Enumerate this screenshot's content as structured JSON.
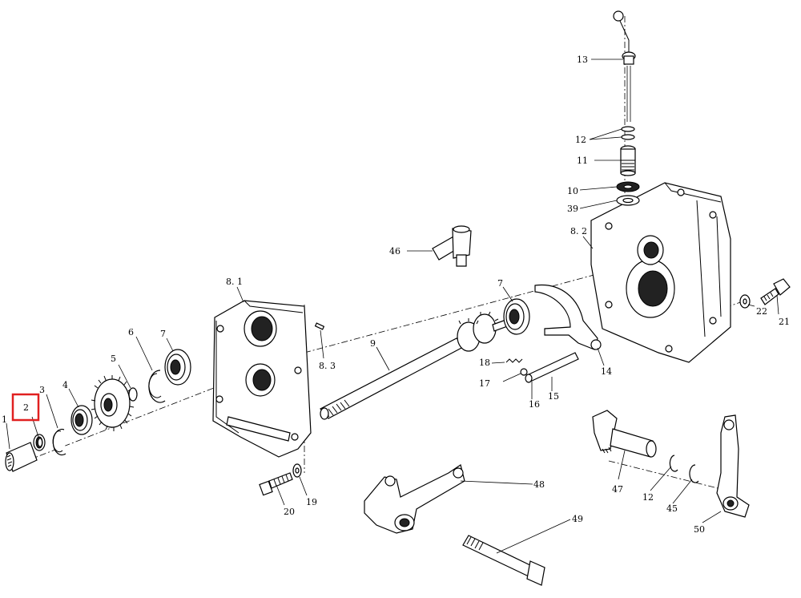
{
  "diagram": {
    "highlight_color": "#e02020",
    "highlighted_part": "2",
    "callouts": [
      {
        "id": "c1",
        "label": "1"
      },
      {
        "id": "c2",
        "label": "2"
      },
      {
        "id": "c3",
        "label": "3"
      },
      {
        "id": "c4",
        "label": "4"
      },
      {
        "id": "c5",
        "label": "5"
      },
      {
        "id": "c6",
        "label": "6"
      },
      {
        "id": "c7a",
        "label": "7"
      },
      {
        "id": "c81",
        "label": "8. 1"
      },
      {
        "id": "c83",
        "label": "8. 3"
      },
      {
        "id": "c9",
        "label": "9"
      },
      {
        "id": "c7b",
        "label": "7"
      },
      {
        "id": "c82",
        "label": "8. 2"
      },
      {
        "id": "c10",
        "label": "10"
      },
      {
        "id": "c39",
        "label": "39"
      },
      {
        "id": "c11",
        "label": "11"
      },
      {
        "id": "c12a",
        "label": "12"
      },
      {
        "id": "c13",
        "label": "13"
      },
      {
        "id": "c46",
        "label": "46"
      },
      {
        "id": "c22",
        "label": "22"
      },
      {
        "id": "c21",
        "label": "21"
      },
      {
        "id": "c14",
        "label": "14"
      },
      {
        "id": "c18",
        "label": "18"
      },
      {
        "id": "c17",
        "label": "17"
      },
      {
        "id": "c16",
        "label": "16"
      },
      {
        "id": "c15",
        "label": "15"
      },
      {
        "id": "c20",
        "label": "20"
      },
      {
        "id": "c19",
        "label": "19"
      },
      {
        "id": "c48",
        "label": "48"
      },
      {
        "id": "c49",
        "label": "49"
      },
      {
        "id": "c47",
        "label": "47"
      },
      {
        "id": "c12b",
        "label": "12"
      },
      {
        "id": "c45",
        "label": "45"
      },
      {
        "id": "c50",
        "label": "50"
      }
    ]
  }
}
